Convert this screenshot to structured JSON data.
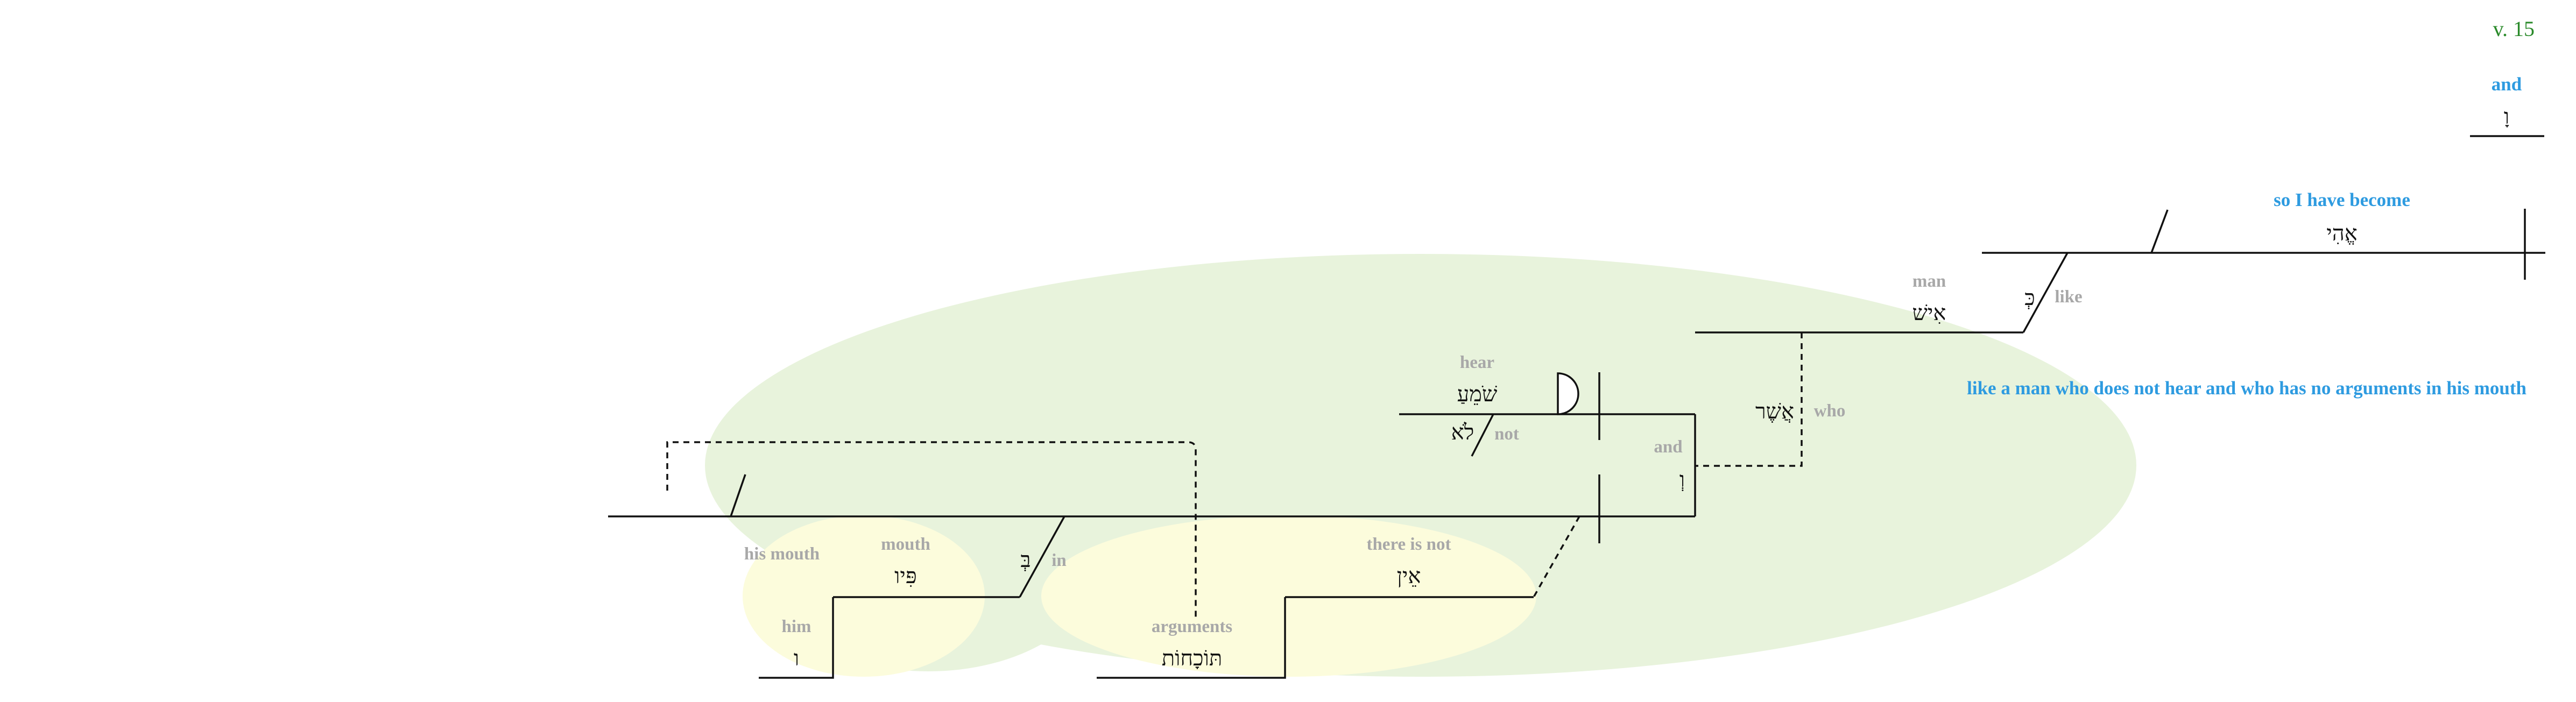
{
  "verse_label": "v. 15",
  "translation": "like a man who does not hear and who has no arguments in his mouth",
  "colors": {
    "green_region": "#e8f3dc",
    "yellow_region": "#fcfcdc",
    "gloss": "#a8a8a8",
    "gloss_blue": "#2e9be0",
    "verse_label": "#2a8a2a",
    "lines": "#111111"
  },
  "words": {
    "and_top": {
      "hebrew": "וָ",
      "gloss": "and"
    },
    "ehi": {
      "hebrew": "אֱהִי",
      "gloss": "so I have become"
    },
    "ki": {
      "hebrew": "כְּ",
      "gloss": "like"
    },
    "ish": {
      "hebrew": "אִישׁ",
      "gloss": "man"
    },
    "asher": {
      "hebrew": "אֲשֶׁר",
      "gloss": "who"
    },
    "shomea": {
      "hebrew": "שֹׁמֵעַ",
      "gloss": "hear"
    },
    "lo": {
      "hebrew": "לֹא",
      "gloss": "not"
    },
    "vav_mid": {
      "hebrew": "וְ",
      "gloss": "and"
    },
    "ein": {
      "hebrew": "אֵין",
      "gloss": "there is not"
    },
    "tokhachot": {
      "hebrew": "תּוֹכָחוֹת",
      "gloss": "arguments"
    },
    "be": {
      "hebrew": "בְּ",
      "gloss": "in"
    },
    "piv": {
      "hebrew": "פִּיו",
      "gloss": "mouth"
    },
    "vav_suffix": {
      "hebrew": "ו",
      "gloss": "him"
    },
    "his_mouth": {
      "gloss": "his mouth"
    }
  }
}
